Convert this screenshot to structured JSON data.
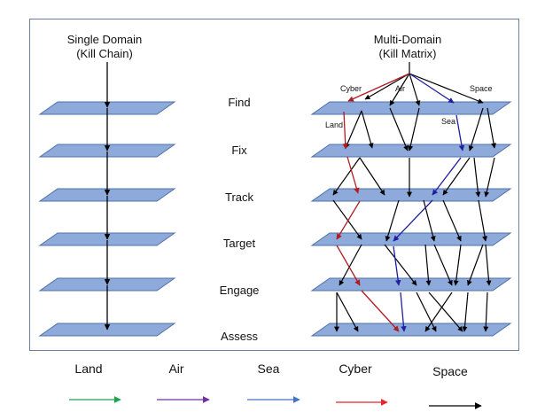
{
  "single_domain": {
    "title_line1": "Single Domain",
    "title_line2": "(Kill Chain)"
  },
  "multi_domain": {
    "title_line1": "Multi-Domain",
    "title_line2": "(Kill Matrix)",
    "branch_labels": [
      "Cyber",
      "Air",
      "Space",
      "Land",
      "Sea"
    ]
  },
  "stages": [
    "Find",
    "Fix",
    "Track",
    "Target",
    "Engage",
    "Assess"
  ],
  "legend": [
    {
      "label": "Land",
      "color": "#1aa34a"
    },
    {
      "label": "Air",
      "color": "#7030a0"
    },
    {
      "label": "Sea",
      "color": "#4472c4"
    },
    {
      "label": "Cyber",
      "color": "#e8232a"
    },
    {
      "label": "Space",
      "color": "#000000"
    }
  ],
  "colors": {
    "plane_fill": "#8eaadb",
    "plane_stroke": "#4f71a8",
    "frame": "#6b7f99",
    "land_arrow": "#b01c22",
    "sea_arrow": "#1f1fa0",
    "default_arrow": "#000000"
  }
}
